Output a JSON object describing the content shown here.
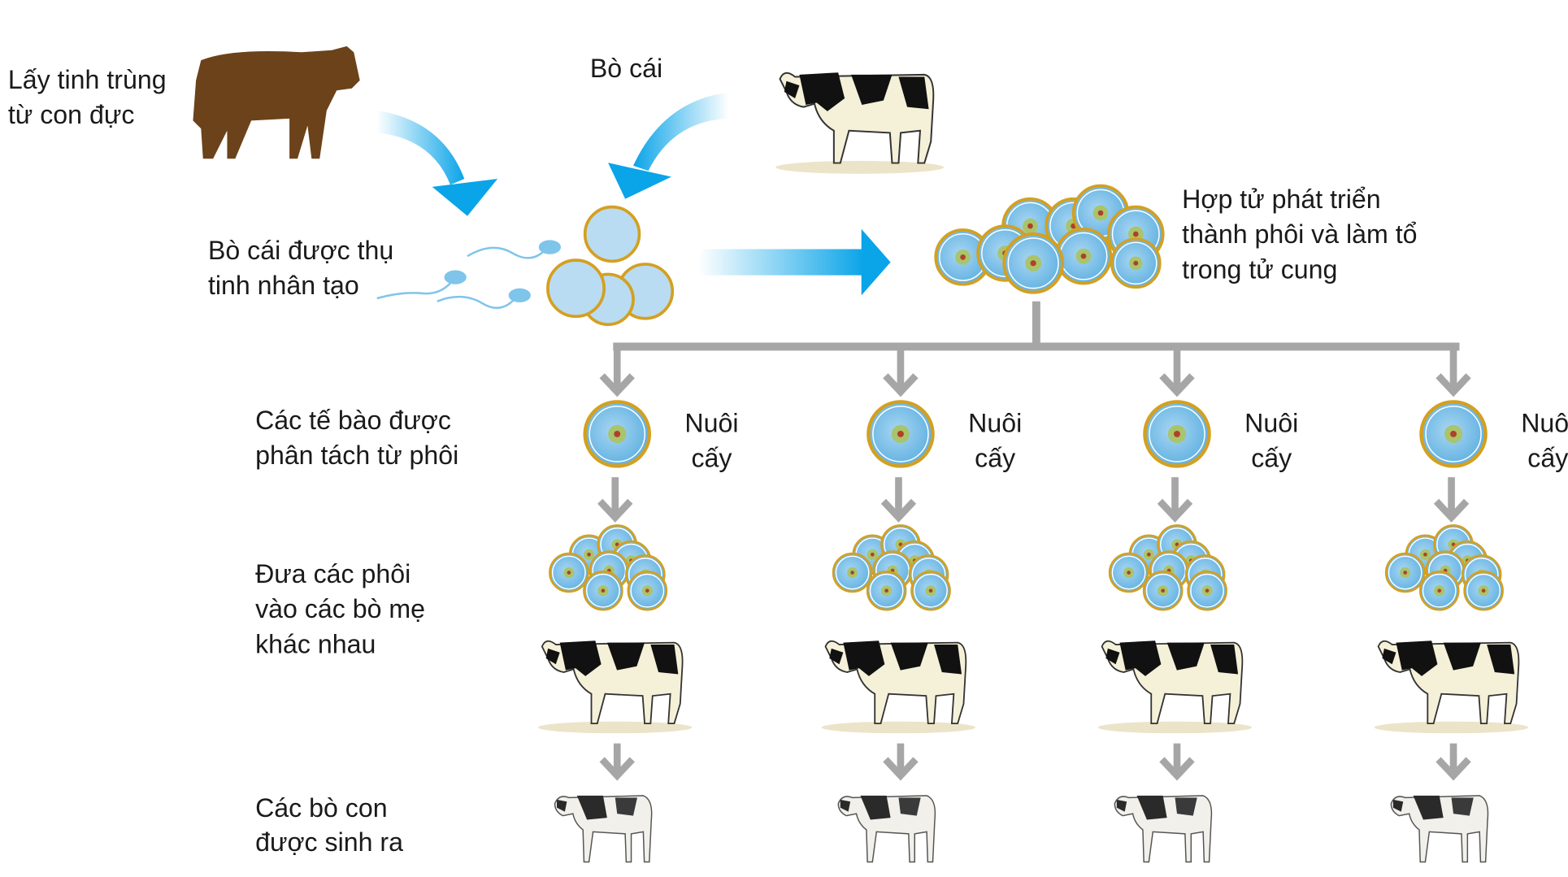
{
  "labels": {
    "bull": [
      "Lấy tinh trùng",
      "từ con đực"
    ],
    "cow": "Bò cái",
    "insemination": [
      "Bò cái được thụ",
      "tinh nhân tạo"
    ],
    "zygote": [
      "Hợp tử phát triển",
      "thành phôi và làm tổ",
      "trong tử cung"
    ],
    "separated_cells": [
      "Các tế bào được",
      "phân tách từ phôi"
    ],
    "transfer": [
      "Đưa các phôi",
      "vào các bò mẹ",
      "khác nhau"
    ],
    "calves": [
      "Các bò con",
      "được sinh ra"
    ]
  },
  "branches": [
    {
      "culture": [
        "Nuôi",
        "cấy"
      ]
    },
    {
      "culture": [
        "Nuôi",
        "cấy"
      ]
    },
    {
      "culture": [
        "Nuôi",
        "cấy"
      ]
    },
    {
      "culture": [
        "Nuôi",
        "cấy"
      ]
    }
  ],
  "colors": {
    "arrow_blue": "#0aa4e8",
    "tree_gray": "#a6a6a6",
    "cell_fill": "#7fbfe6",
    "cell_ring": "#d4a020",
    "bull_brown": "#6b421a"
  }
}
